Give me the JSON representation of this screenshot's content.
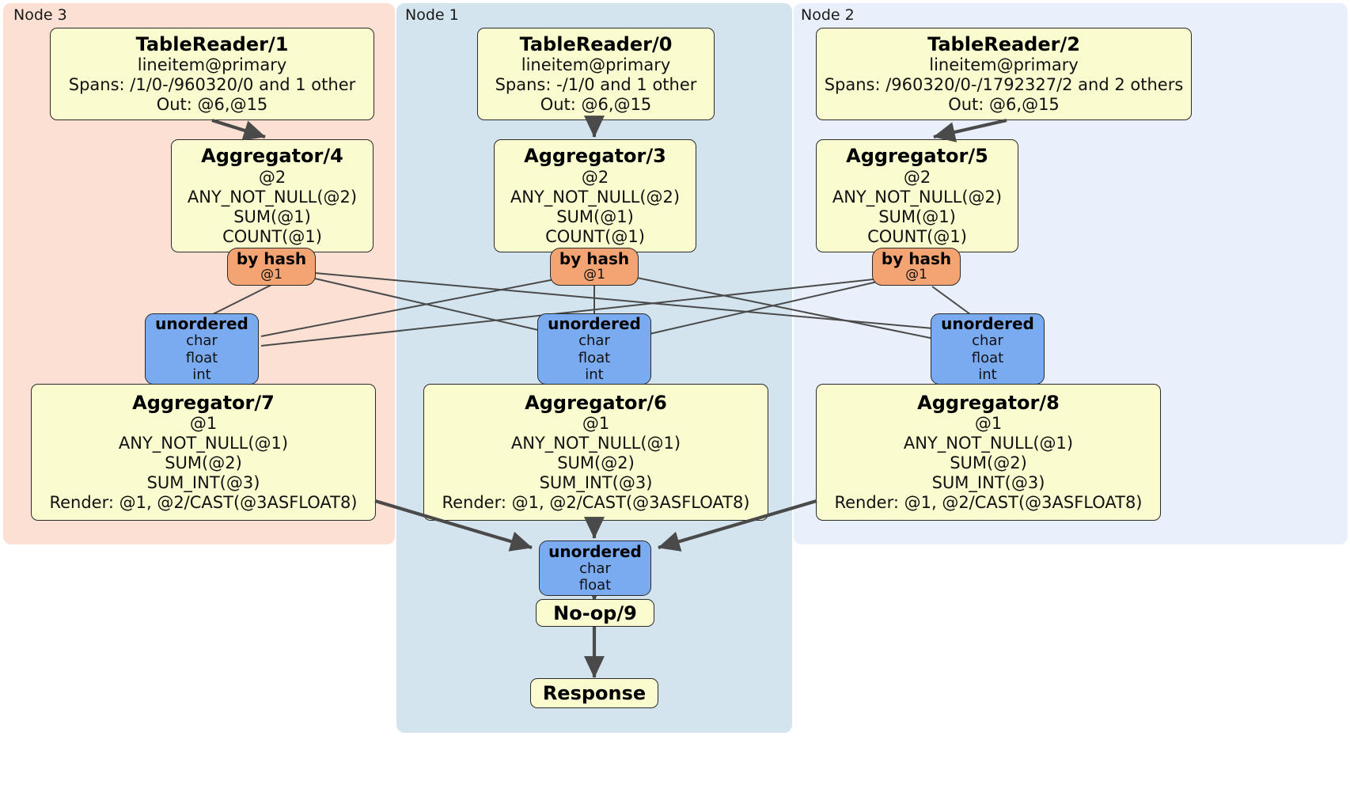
{
  "regions": [
    {
      "id": "node3",
      "label": "Node 3",
      "color": "#fbe0d3"
    },
    {
      "id": "node1",
      "label": "Node 1",
      "color": "#d4e4ef"
    },
    {
      "id": "node2",
      "label": "Node 2",
      "color": "#eaf0fb"
    }
  ],
  "readers": {
    "r1": {
      "title": "TableReader/1",
      "table": "lineitem@primary",
      "spans": "Spans: /1/0-/960320/0 and 1 other",
      "out": "Out: @6,@15"
    },
    "r0": {
      "title": "TableReader/0",
      "table": "lineitem@primary",
      "spans": "Spans: -/1/0 and 1 other",
      "out": "Out: @6,@15"
    },
    "r2": {
      "title": "TableReader/2",
      "table": "lineitem@primary",
      "spans": "Spans: /960320/0-/1792327/2 and 2 others",
      "out": "Out: @6,@15"
    }
  },
  "aggregators_top": {
    "a4": {
      "title": "Aggregator/4",
      "group": "@2",
      "f1": "ANY_NOT_NULL(@2)",
      "f2": "SUM(@1)",
      "f3": "COUNT(@1)"
    },
    "a3": {
      "title": "Aggregator/3",
      "group": "@2",
      "f1": "ANY_NOT_NULL(@2)",
      "f2": "SUM(@1)",
      "f3": "COUNT(@1)"
    },
    "a5": {
      "title": "Aggregator/5",
      "group": "@2",
      "f1": "ANY_NOT_NULL(@2)",
      "f2": "SUM(@1)",
      "f3": "COUNT(@1)"
    }
  },
  "aggregators_bottom": {
    "a7": {
      "title": "Aggregator/7",
      "group": "@1",
      "f1": "ANY_NOT_NULL(@1)",
      "f2": "SUM(@2)",
      "f3": "SUM_INT(@3)",
      "render": "Render: @1, @2/CAST(@3ASFLOAT8)"
    },
    "a6": {
      "title": "Aggregator/6",
      "group": "@1",
      "f1": "ANY_NOT_NULL(@1)",
      "f2": "SUM(@2)",
      "f3": "SUM_INT(@3)",
      "render": "Render: @1, @2/CAST(@3ASFLOAT8)"
    },
    "a8": {
      "title": "Aggregator/8",
      "group": "@1",
      "f1": "ANY_NOT_NULL(@1)",
      "f2": "SUM(@2)",
      "f3": "SUM_INT(@3)",
      "render": "Render: @1, @2/CAST(@3ASFLOAT8)"
    }
  },
  "routers": {
    "h3": {
      "title": "by hash",
      "col": "@1"
    },
    "h1": {
      "title": "by hash",
      "col": "@1"
    },
    "h2": {
      "title": "by hash",
      "col": "@1"
    }
  },
  "receivers": {
    "u3": {
      "title": "unordered",
      "t1": "char",
      "t2": "float",
      "t3": "int"
    },
    "u1": {
      "title": "unordered",
      "t1": "char",
      "t2": "float",
      "t3": "int"
    },
    "u2": {
      "title": "unordered",
      "t1": "char",
      "t2": "float",
      "t3": "int"
    },
    "final": {
      "title": "unordered",
      "t1": "char",
      "t2": "float"
    }
  },
  "terminals": {
    "noop": "No-op/9",
    "response": "Response"
  },
  "colors": {
    "processor_fill": "#fbfbd0",
    "router_fill": "#f4a472",
    "receiver_fill": "#7aaaf0",
    "edge": "#4a4a4a"
  }
}
